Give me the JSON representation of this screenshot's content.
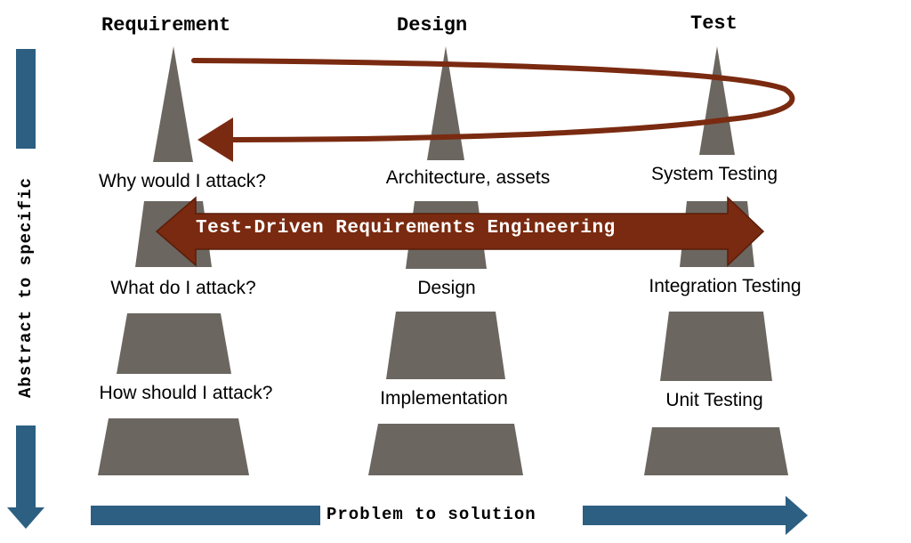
{
  "columns": {
    "requirement": {
      "title": "Requirement",
      "levels": [
        "Why would I attack?",
        "What do I attack?",
        "How should I attack?"
      ]
    },
    "design": {
      "title": "Design",
      "levels": [
        "Architecture, assets",
        "Design",
        "Implementation"
      ]
    },
    "test": {
      "title": "Test",
      "levels": [
        "System Testing",
        "Integration Testing",
        "Unit Testing"
      ]
    }
  },
  "banner": {
    "text": "Test-Driven Requirements Engineering"
  },
  "axes": {
    "vertical": "Abstract to specific",
    "horizontal": "Problem to solution"
  },
  "colors": {
    "shape": "#6b6660",
    "loop_arrow": "#7a2a10",
    "banner": "#7a2a10",
    "axis_arrow": "#2c5f82"
  }
}
